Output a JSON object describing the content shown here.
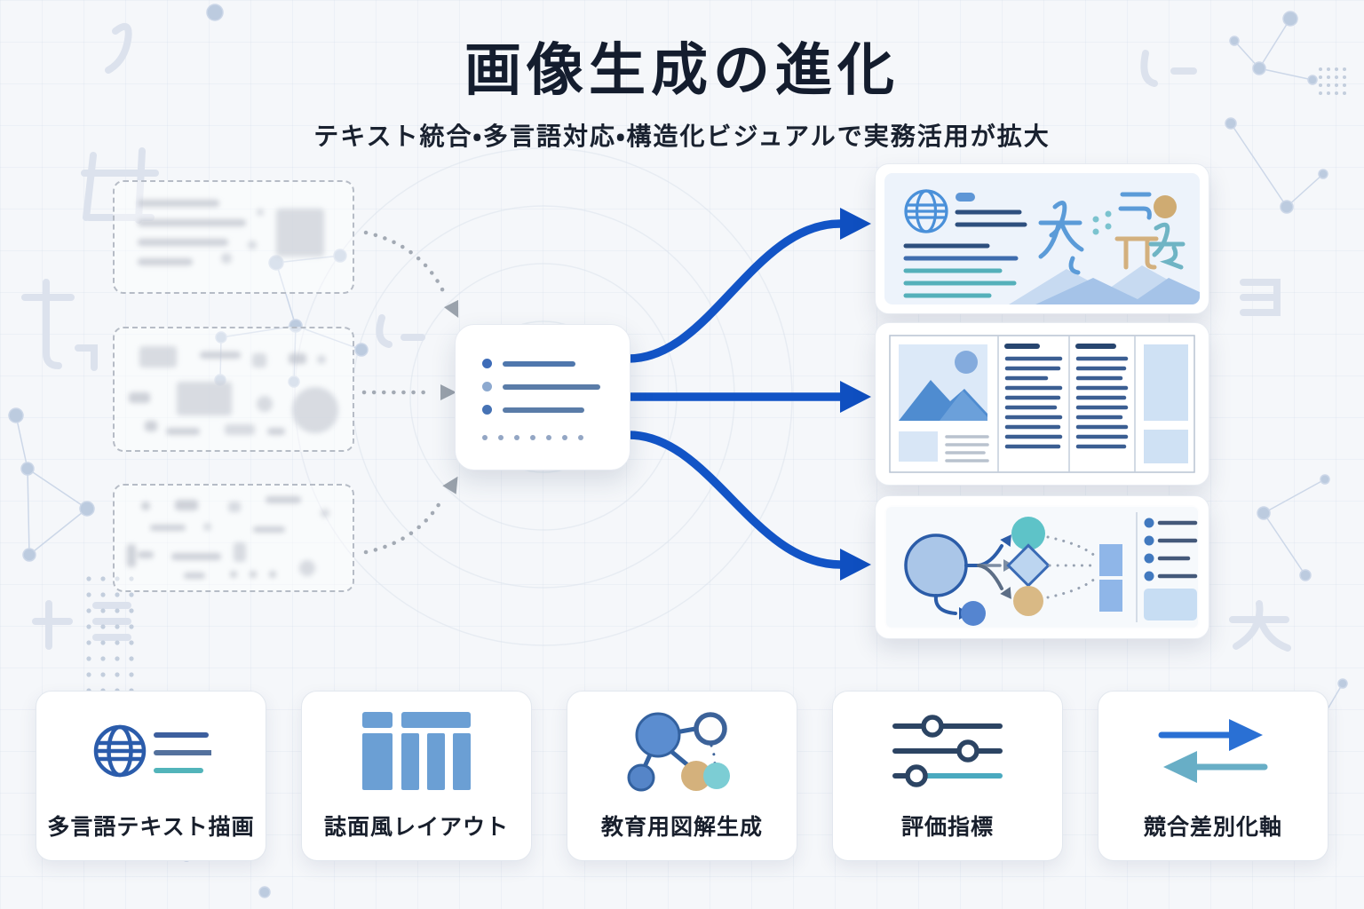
{
  "header": {
    "title": "画像生成の進化",
    "subtitle": "テキスト統合・多言語対応・構造化ビジュアルで実務活用が拡大"
  },
  "flow": {
    "inputs": [
      {
        "icon": "blurred-text-sketch-icon"
      },
      {
        "icon": "blurred-layout-sketch-icon"
      },
      {
        "icon": "blurred-fragments-sketch-icon"
      }
    ],
    "center": {
      "icon": "bullet-list-prompt-icon"
    },
    "outputs": [
      {
        "icon": "multilingual-scene-art"
      },
      {
        "icon": "magazine-layout-art"
      },
      {
        "icon": "flowchart-diagram-art"
      }
    ]
  },
  "features": [
    {
      "id": "multilingual-text",
      "label": "多言語テキスト描画",
      "icon": "globe-text-icon"
    },
    {
      "id": "magazine-layout",
      "label": "誌面風レイアウト",
      "icon": "layout-columns-icon"
    },
    {
      "id": "educational-diagram",
      "label": "教育用図解生成",
      "icon": "node-diagram-icon"
    },
    {
      "id": "evaluation-metrics",
      "label": "評価指標",
      "icon": "sliders-icon"
    },
    {
      "id": "competitive-axis",
      "label": "競合差別化軸",
      "icon": "swap-arrows-icon"
    }
  ],
  "colors": {
    "accent_blue": "#1155c8",
    "navy_text": "#141d2e",
    "teal": "#55b4bd",
    "tan": "#d3b07e",
    "light_blue": "#bcd4ef",
    "background": "#f5f7fa"
  }
}
